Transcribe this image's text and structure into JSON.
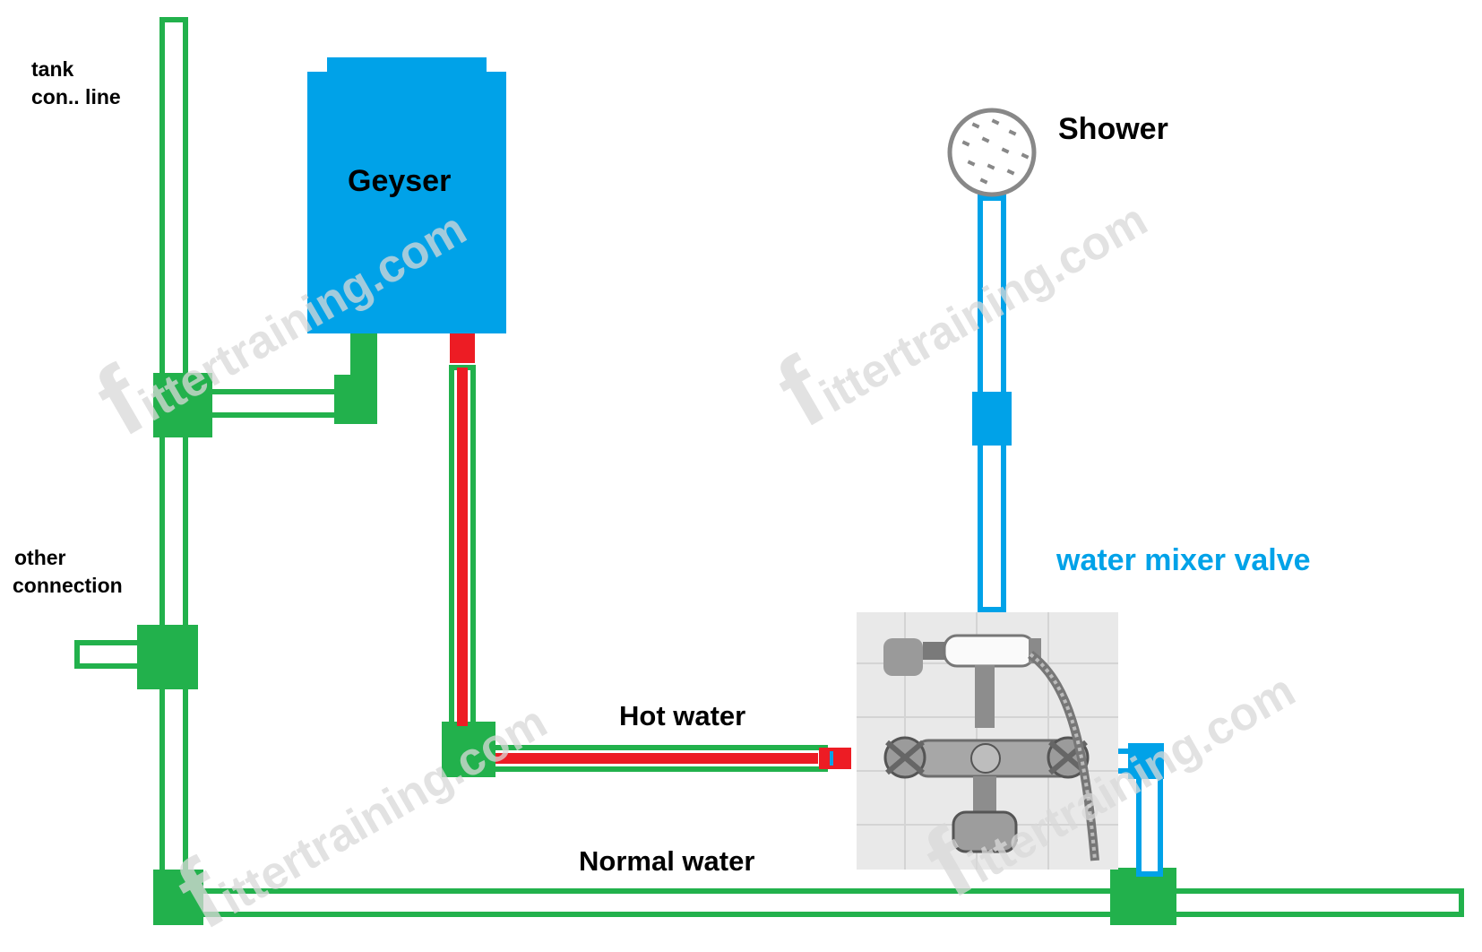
{
  "labels": {
    "tank_line": [
      "tank",
      "con.. line"
    ],
    "other_connection": [
      "other",
      "connection"
    ],
    "geyser": "Geyser",
    "shower": "Shower",
    "mixer_valve": "water mixer valve",
    "hot_water": "Hot water",
    "normal_water": "Normal water"
  },
  "watermark": {
    "initial": "f",
    "text": "ittertraining.com"
  },
  "colors": {
    "cold_pipe": "#22b14c",
    "hot_pipe": "#ed1c24",
    "mixed_pipe": "#00a2e8",
    "geyser_body": "#00a2e8",
    "mixer_label": "#00a2e8",
    "watermark": "#d9d9d9"
  },
  "icons": [
    "shower-head-icon",
    "mixer-tap-icon"
  ]
}
